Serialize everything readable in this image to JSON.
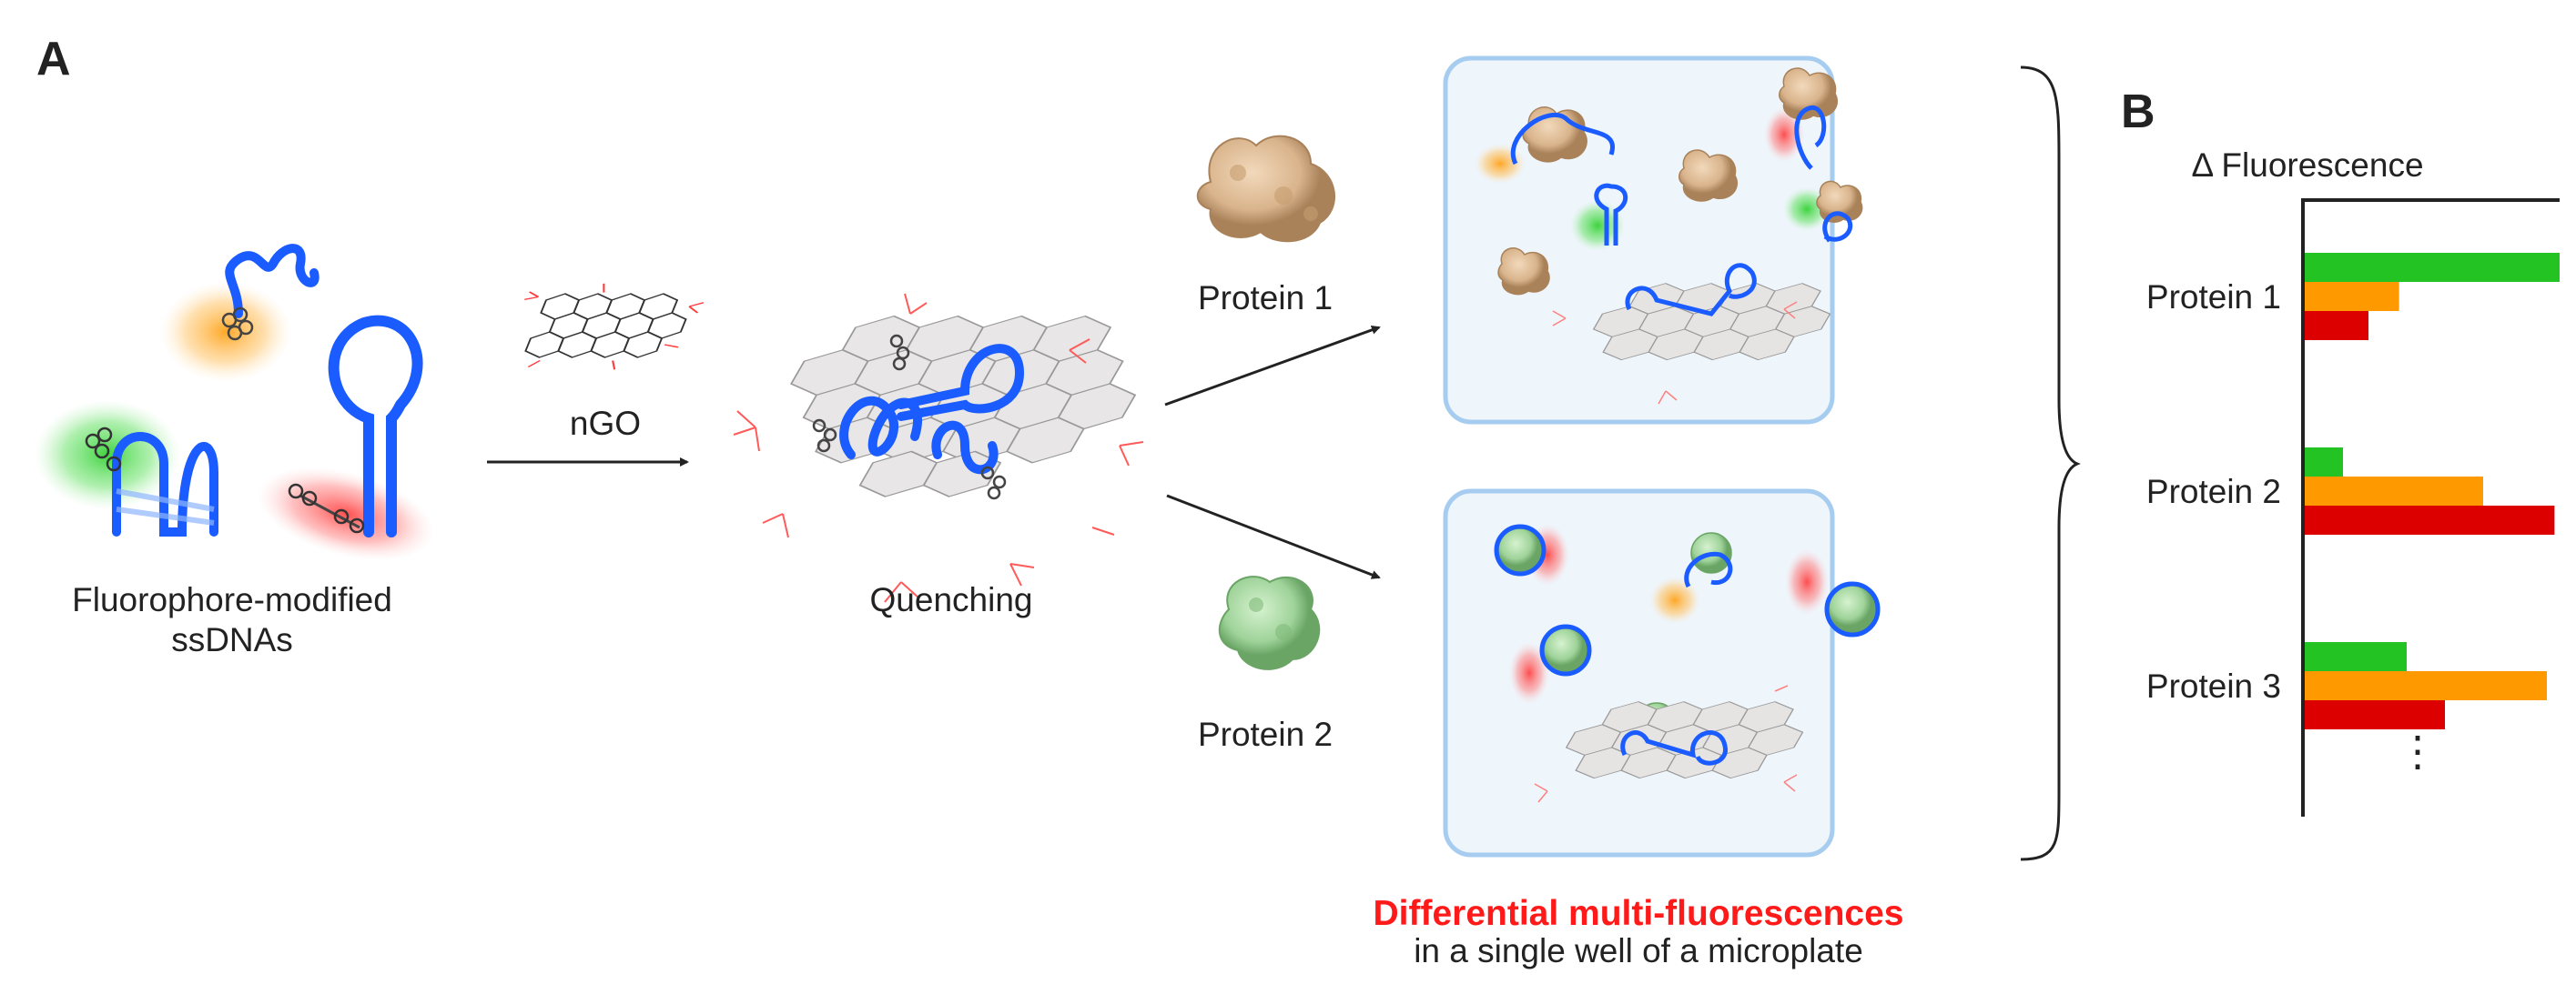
{
  "panel_a": {
    "label": "A",
    "fluorophore_caption_line1": "Fluorophore-modified",
    "fluorophore_caption_line2": "ssDNAs",
    "ngo_label": "nGO",
    "quenching_label": "Quenching",
    "protein1_label": "Protein 1",
    "protein2_label": "Protein 2",
    "differential_title": "Differential multi-fluorescences",
    "differential_subtitle": "in a single well of a microplate"
  },
  "panel_b": {
    "label": "B",
    "chart_data": {
      "type": "bar",
      "orientation": "horizontal",
      "title": "",
      "xlabel": "Δ Fluorescence",
      "ylabel": "",
      "categories": [
        "Protein 1",
        "Protein 2",
        "Protein 3"
      ],
      "ellipsis": "⋮",
      "series": [
        {
          "color": "#22c322",
          "values": [
            1.0,
            0.15,
            0.4
          ]
        },
        {
          "color": "#ff9900",
          "values": [
            0.37,
            0.7,
            0.95
          ]
        },
        {
          "color": "#dd0000",
          "values": [
            0.25,
            0.98,
            0.55
          ]
        }
      ]
    }
  },
  "colors": {
    "dna_blue": "#1a5cff",
    "green_glow": "#35d135",
    "orange_glow": "#ffa31a",
    "red_glow": "#ff3b3b",
    "well_fill": "#eef5fb",
    "well_border": "#a6cdf0",
    "protein1_tan": "#d9b48c",
    "protein2_green": "#9fd39a",
    "highlight_red": "#ff1a1a"
  }
}
